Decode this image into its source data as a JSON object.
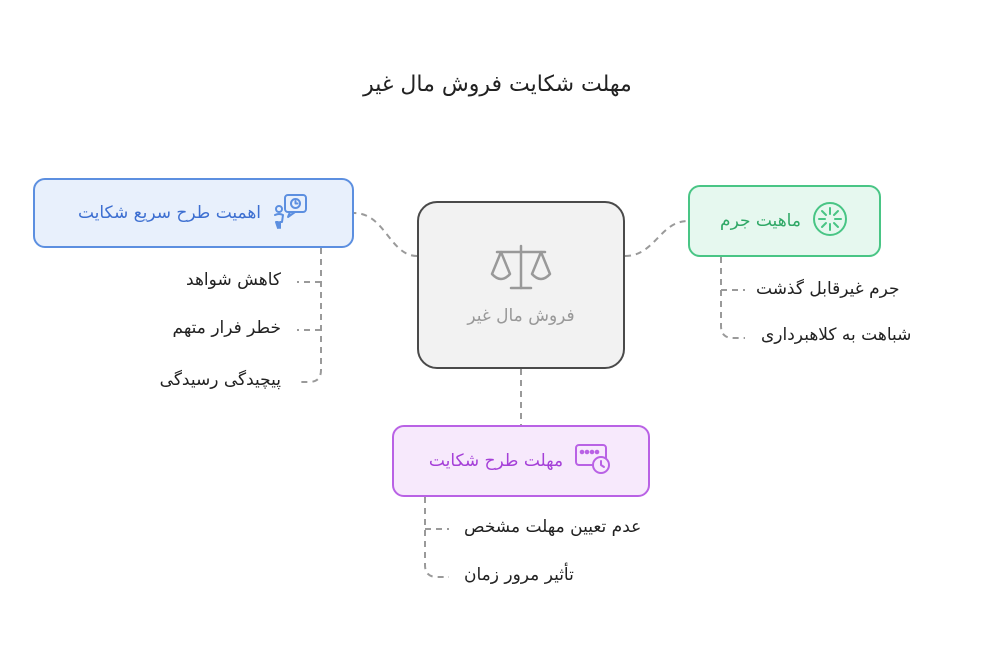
{
  "title": "مهلت شکایت فروش مال غیر",
  "center": {
    "label": "فروش مال غیر",
    "icon": "scales-icon"
  },
  "branches": {
    "left": {
      "label": "اهمیت طرح سریع شکایت",
      "icon": "person-speech-clock-icon",
      "color": "#5c8fe0",
      "items": [
        "کاهش شواهد",
        "خطر فرار متهم",
        "پیچیدگی رسیدگی"
      ]
    },
    "right": {
      "label": "ماهیت جرم",
      "icon": "starburst-circle-icon",
      "color": "#49c585",
      "items": [
        "جرم غیرقابل گذشت",
        "شباهت به کلاهبرداری"
      ]
    },
    "bottom": {
      "label": "مهلت طرح شکایت",
      "icon": "calendar-clock-icon",
      "color": "#b962e5",
      "items": [
        "عدم تعیین مهلت مشخص",
        "تأثیر مرور زمان"
      ]
    }
  }
}
